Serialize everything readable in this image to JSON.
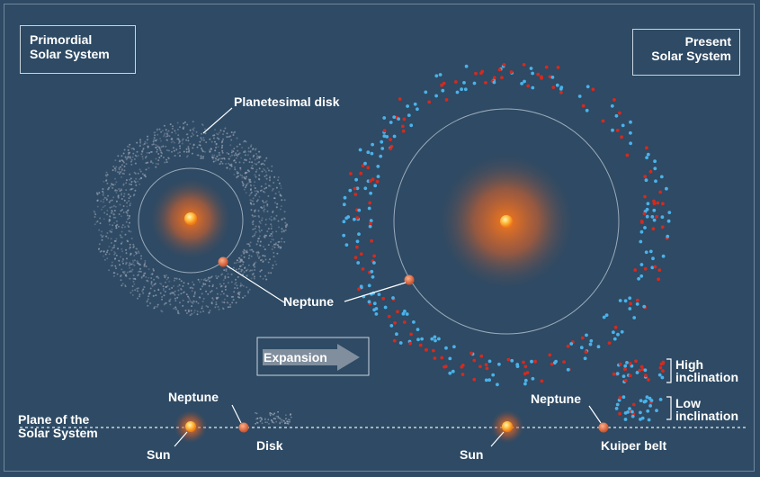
{
  "titles": {
    "primordial_line1": "Primordial",
    "primordial_line2": "Solar System",
    "present_line1": "Present",
    "present_line2": "Solar System"
  },
  "labels": {
    "planetesimal_disk": "Planetesimal disk",
    "neptune": "Neptune",
    "expansion": "Expansion",
    "plane_line1": "Plane of the",
    "plane_line2": "Solar System",
    "sun": "Sun",
    "disk": "Disk",
    "kuiper_belt": "Kuiper belt",
    "high_line1": "High",
    "high_line2": "inclination",
    "low_line1": "Low",
    "low_line2": "inclination"
  },
  "colors": {
    "background": "#2e4a64",
    "sun_core": "#ffd86a",
    "sun_glow": "#ff6a10",
    "neptune": "#e0683a",
    "kbo_high_inclination": "#d42a1e",
    "kbo_low_inclination": "#4ab2ea",
    "disk_dust": "#9aa3b4",
    "orbit_line": "#b7c3cf"
  }
}
